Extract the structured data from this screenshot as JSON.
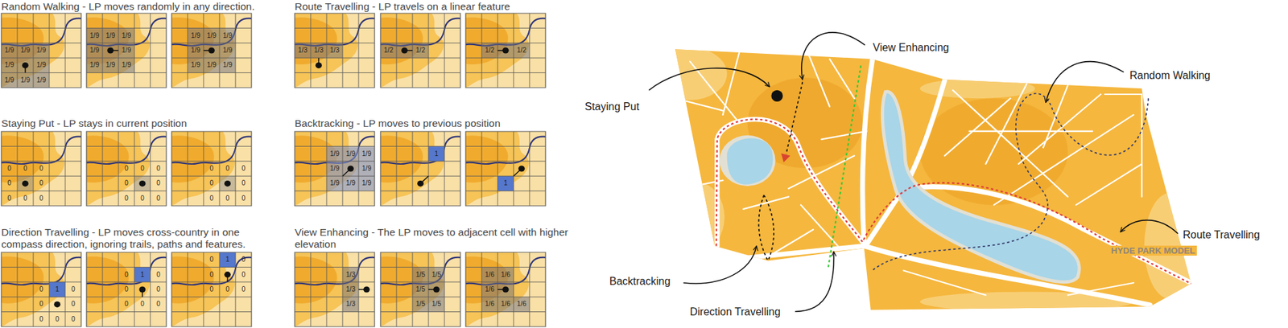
{
  "diagram": {
    "labels": [
      "Random Walking - LP moves randomly in any direction.",
      "1/9",
      "1/9",
      "1/9",
      "1/9",
      "1/9",
      "1/9",
      "1/9",
      "1/9",
      "1/9",
      "1/9",
      "1/9",
      "1/9",
      "1/9",
      "1/9",
      "1/9",
      "1/9",
      "1/9",
      "1/9",
      "1/9",
      "1/9",
      "1/9",
      "1/9",
      "1/9",
      "1/9",
      "Route Travelling - LP travels on a linear feature",
      "1/3",
      "1/3",
      "1/3",
      "1/2",
      "1/2",
      "1/2",
      "1/2",
      "Staying Put - LP stays in current position",
      "0",
      "0",
      "0",
      "0",
      "0",
      "0",
      "0",
      "0",
      "0",
      "0",
      "0",
      "0",
      "0",
      "0",
      "0",
      "0",
      "0",
      "0",
      "0",
      "0",
      "0",
      "0",
      "0",
      "0",
      "Backtracking - LP moves to previous position",
      "1/9",
      "1/9",
      "1/9",
      "1/9",
      "1/9",
      "1/9",
      "1/9",
      "1/9",
      "1",
      "1",
      "Direction Travelling - LP moves cross-country in one compass direction, ignoring trails, paths and features.",
      "0",
      "1",
      "0",
      "0",
      "0",
      "0",
      "0",
      "0",
      "0",
      "1",
      "0",
      "0",
      "0",
      "0",
      "0",
      "0",
      "0",
      "1",
      "0",
      "0",
      "0",
      "0",
      "0",
      "0",
      "View Enhancing - The LP moves to adjacent cell with higher elevation",
      "1/3",
      "1/3",
      "1/3",
      "1/5",
      "1/5",
      "1/5",
      "1/5",
      "1/5",
      "1/6",
      "1/6",
      "1/6",
      "1/6",
      "1/6",
      "1/6",
      "View Enhancing",
      "Random Walking",
      "Staying Put",
      "Route Travelling",
      "HYDE PARK MODEL",
      "Backtracking",
      "Direction Travelling"
    ]
  }
}
